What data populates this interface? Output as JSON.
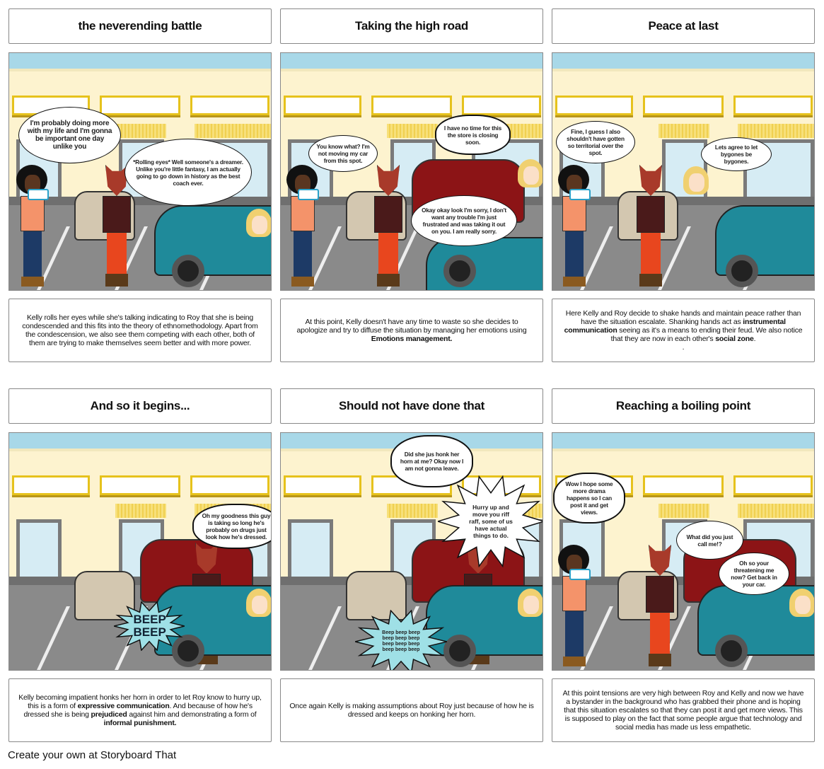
{
  "panels": [
    {
      "title": "the neverending battle",
      "bubbles": [
        "I'm probably doing more with my life and I'm gonna be important one day unlike you",
        "*Rolling eyes* Well someone's a dreamer. Unlike you're little fantasy, I am actually going to go down in history as the best coach ever."
      ],
      "desc": [
        {
          "t": "Kelly rolls her eyes while she's talking indicating to Roy that she is being condescended and this fits into the theory of ethnomethodology. Apart from the condescension, we also see them competing with each other, both of them are trying to make themselves seem better and with more power."
        }
      ]
    },
    {
      "title": "Taking the high road",
      "bubbles": [
        "You know what? I'm not moving my car from this spot.",
        "I have no time for this the store is closing soon.",
        "Okay okay look I'm sorry, I don't want any trouble I'm just frustrated and was taking it out on you. I am really sorry."
      ],
      "desc": [
        {
          "t": "At this point, Kelly doesn't have any time to waste so she decides to apologize and try to diffuse the situation by managing her emotions using "
        },
        {
          "t": "Emotions management."
        }
      ]
    },
    {
      "title": "Peace at last",
      "bubbles": [
        "Fine, I guess I also shouldn't have gotten so territorial over the spot.",
        "Lets agree to let bygones be bygones."
      ],
      "desc": [
        {
          "t": "Here Kelly and Roy decide to shake hands and maintain peace rather than have the situation escalate. Shanking hands act as "
        },
        {
          "t": "instrumental communication"
        },
        {
          "t": " seeing as it's a means to ending their feud. We also notice that they are now in each other's "
        },
        {
          "t": "social zone"
        },
        {
          "t": "."
        },
        {
          "t": "."
        }
      ]
    },
    {
      "title": "And so it begins...",
      "bubbles": [
        "Oh my goodness this guy is taking so long he's probably on drugs just look how he's dressed.",
        "BEEP BEEP"
      ],
      "desc": [
        {
          "t": "Kelly becoming impatient honks her horn in order to let Roy know to hurry up, this is a form of "
        },
        {
          "t": "expressive communication"
        },
        {
          "t": ". And because of how he's dressed she is being "
        },
        {
          "t": "prejudiced"
        },
        {
          "t": " against him and demonstrating a form of "
        },
        {
          "t": "informal punishment."
        }
      ]
    },
    {
      "title": "Should not have done that",
      "bubbles": [
        "Did she jus honk her horn at me? Okay now I am not gonna leave.",
        "Hurry up and move you riff raff, some of us have actual things to do.",
        "Beep beep beep beep beep beep beep beep beep beep beep beep"
      ],
      "desc": [
        {
          "t": "Once again Kelly is making assumptions about Roy just because of how he is dressed and keeps on honking her horn."
        }
      ]
    },
    {
      "title": "Reaching a boiling point",
      "bubbles": [
        "Wow I hope some more drama happens so I can post it and get views.",
        "What did you just call me!?",
        "Oh so your threatening me now? Get back in your car."
      ],
      "desc": [
        {
          "t": "At this point tensions are very high between Roy and Kelly and now we have a bystander in the background who has grabbed their phone and is hoping that this situation escalates so that they can post it and get more views. This is supposed to play on the fact that some people argue that technology and social media has made us less empathetic."
        }
      ]
    }
  ],
  "footer": "Create your own at Storyboard That",
  "colors": {
    "sky": "#a8d8e8",
    "building": "#fdf3cf",
    "teal_car": "#1f8a9a",
    "red_car": "#8c1416"
  }
}
